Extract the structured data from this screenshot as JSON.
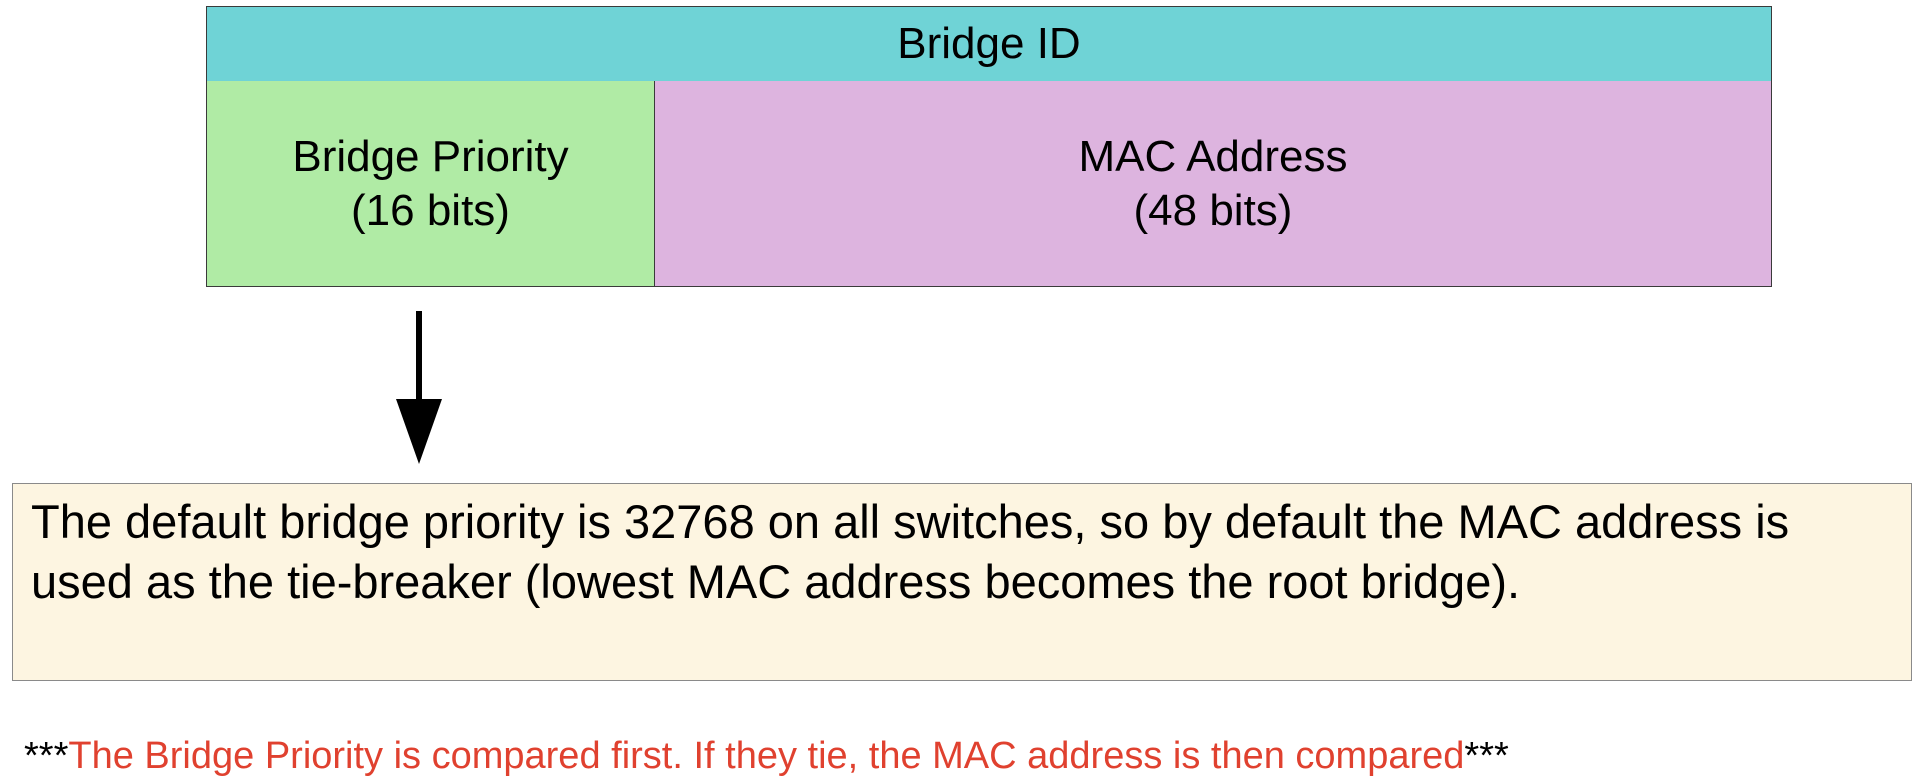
{
  "diagram": {
    "header": "Bridge ID",
    "fields": [
      {
        "name": "Bridge Priority",
        "size": "(16 bits)",
        "color": "#b0eba5"
      },
      {
        "name": "MAC Address",
        "size": "(48 bits)",
        "color": "#ddb4df"
      }
    ],
    "header_color": "#6fd3d6",
    "note": "The default bridge priority is 32768 on all switches, so by default the MAC address is used as the tie-breaker (lowest MAC address becomes the root bridge).",
    "footnote": {
      "prefix": "***",
      "text": "The Bridge Priority is compared first.  If they tie, the MAC address is then compared",
      "suffix": "***",
      "color": "#e0412f"
    }
  }
}
